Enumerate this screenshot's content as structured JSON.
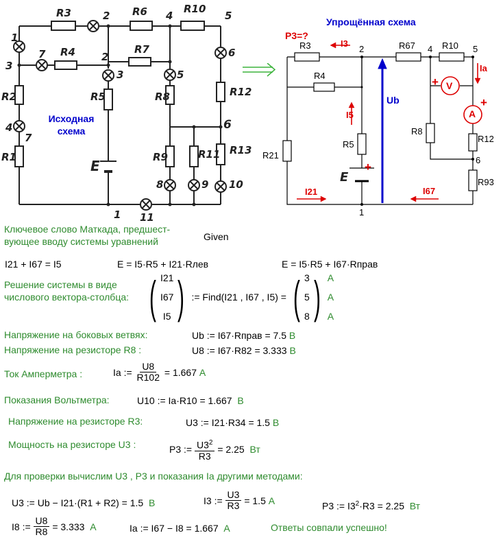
{
  "original_scheme": {
    "label": "Исходная схема",
    "nodes": [
      "1",
      "2",
      "3",
      "4",
      "5",
      "6",
      "7",
      "8",
      "9",
      "10",
      "11",
      "2",
      "3",
      "7",
      "1",
      "4"
    ],
    "resistors": [
      "R3",
      "R6",
      "R10",
      "R4",
      "R7",
      "R2",
      "R5",
      "R8",
      "R12",
      "R1",
      "R9",
      "R11",
      "R13"
    ],
    "source": "E"
  },
  "simplified_scheme": {
    "title": "Упрощённая схема",
    "p3_question": "P3=?",
    "i3": "I3",
    "ia": "Ia",
    "ub": "Ub",
    "i5": "I5",
    "i21": "I21",
    "i67": "I67",
    "voltmeter": "V",
    "ammeter": "A",
    "plus": "+",
    "source": "E",
    "nodes": {
      "n1": "1",
      "n2": "2",
      "n4": "4",
      "n5": "5",
      "n6": "6"
    },
    "resistors": {
      "r3": "R3",
      "r67": "R67",
      "r10": "R10",
      "r4": "R4",
      "r8": "R8",
      "r12": "R12",
      "r21": "R21",
      "r5": "R5",
      "r93": "R93"
    }
  },
  "doc": {
    "given_note": "Ключевое слово Маткада, предшест-\nвующее вводу системы уравнений",
    "given": "Given",
    "eq1": "I21 + I67 = I5",
    "eq2": "E = I5·R5 + I21·Rлев",
    "eq3": "E = I5·R5 + I67·Rправ",
    "solve_note": "Решение системы в виде\nчислового вектора-столбца:",
    "solve_vars": [
      "I21",
      "I67",
      "I5"
    ],
    "solve_find": ":= Find(I21 , I67 , I5) =",
    "solve_vals": [
      "3",
      "5",
      "8"
    ],
    "solve_unit": "A",
    "ub_note": "Напряжение на боковых ветвях:",
    "ub_eq": "Ub := I67·Rправ = 7.5",
    "ub_unit": "В",
    "u8_note": "Напряжение на резисторе R8 :",
    "u8_eq": "U8 := I67·R82 = 3.333",
    "u8_unit": "В",
    "ia_note": "Ток Амперметра :",
    "ia_lhs": "Ia :=",
    "ia_num": "U8",
    "ia_den": "R102",
    "ia_val": "= 1.667",
    "ia_unit": "A",
    "u10_note": "Показания Вольтметра:",
    "u10_eq": "U10 := Ia·R10 = 1.667",
    "u10_unit": "В",
    "u3_note": "Напряжение на резисторе R3:",
    "u3_eq": "U3 := I21·R34 = 1.5",
    "u3_unit": "В",
    "p3_note": "Мощность на резисторе U3 :",
    "p3_lhs": "P3 :=",
    "p3_num": "U3",
    "p3_sup": "2",
    "p3_den": "R3",
    "p3_val": "= 2.25",
    "p3_unit": "Вт",
    "check_note": "Для проверки вычислим U3 , P3 и показания Ia другими методами:",
    "chk_u3": "U3 := Ub − I21·(R1 + R2) = 1.5",
    "chk_u3_unit": "В",
    "chk_i3_lhs": "I3 :=",
    "chk_i3_num": "U3",
    "chk_i3_den": "R3",
    "chk_i3_val": "= 1.5",
    "chk_i3_unit": "A",
    "chk_p3_a": "P3 := I3",
    "chk_p3_sup": "2",
    "chk_p3_b": "·R3 = 2.25",
    "chk_p3_unit": "Вт",
    "chk_i8_lhs": "I8 :=",
    "chk_i8_num": "U8",
    "chk_i8_den": "R8",
    "chk_i8_val": "= 3.333",
    "chk_i8_unit": "A",
    "chk_ia": "Ia := I67 − I8 = 1.667",
    "chk_ia_unit": "A",
    "success": "Ответы совпали успешно!"
  }
}
